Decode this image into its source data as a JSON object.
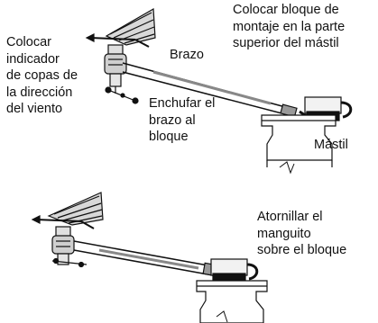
{
  "labels": {
    "colocar_indicador": "Colocar\nindicador\nde copas de\nla dirección\ndel viento",
    "brazo": "Brazo",
    "colocar_bloque": "Colocar bloque de\nmontaje en la parte\nsuperior del  mástil",
    "enchufar": "Enchufar el\nbrazo al\nbloque",
    "mastil": "Mástil",
    "atornillar": "Atornillar  el\nmanguito\nsobre el bloque"
  }
}
